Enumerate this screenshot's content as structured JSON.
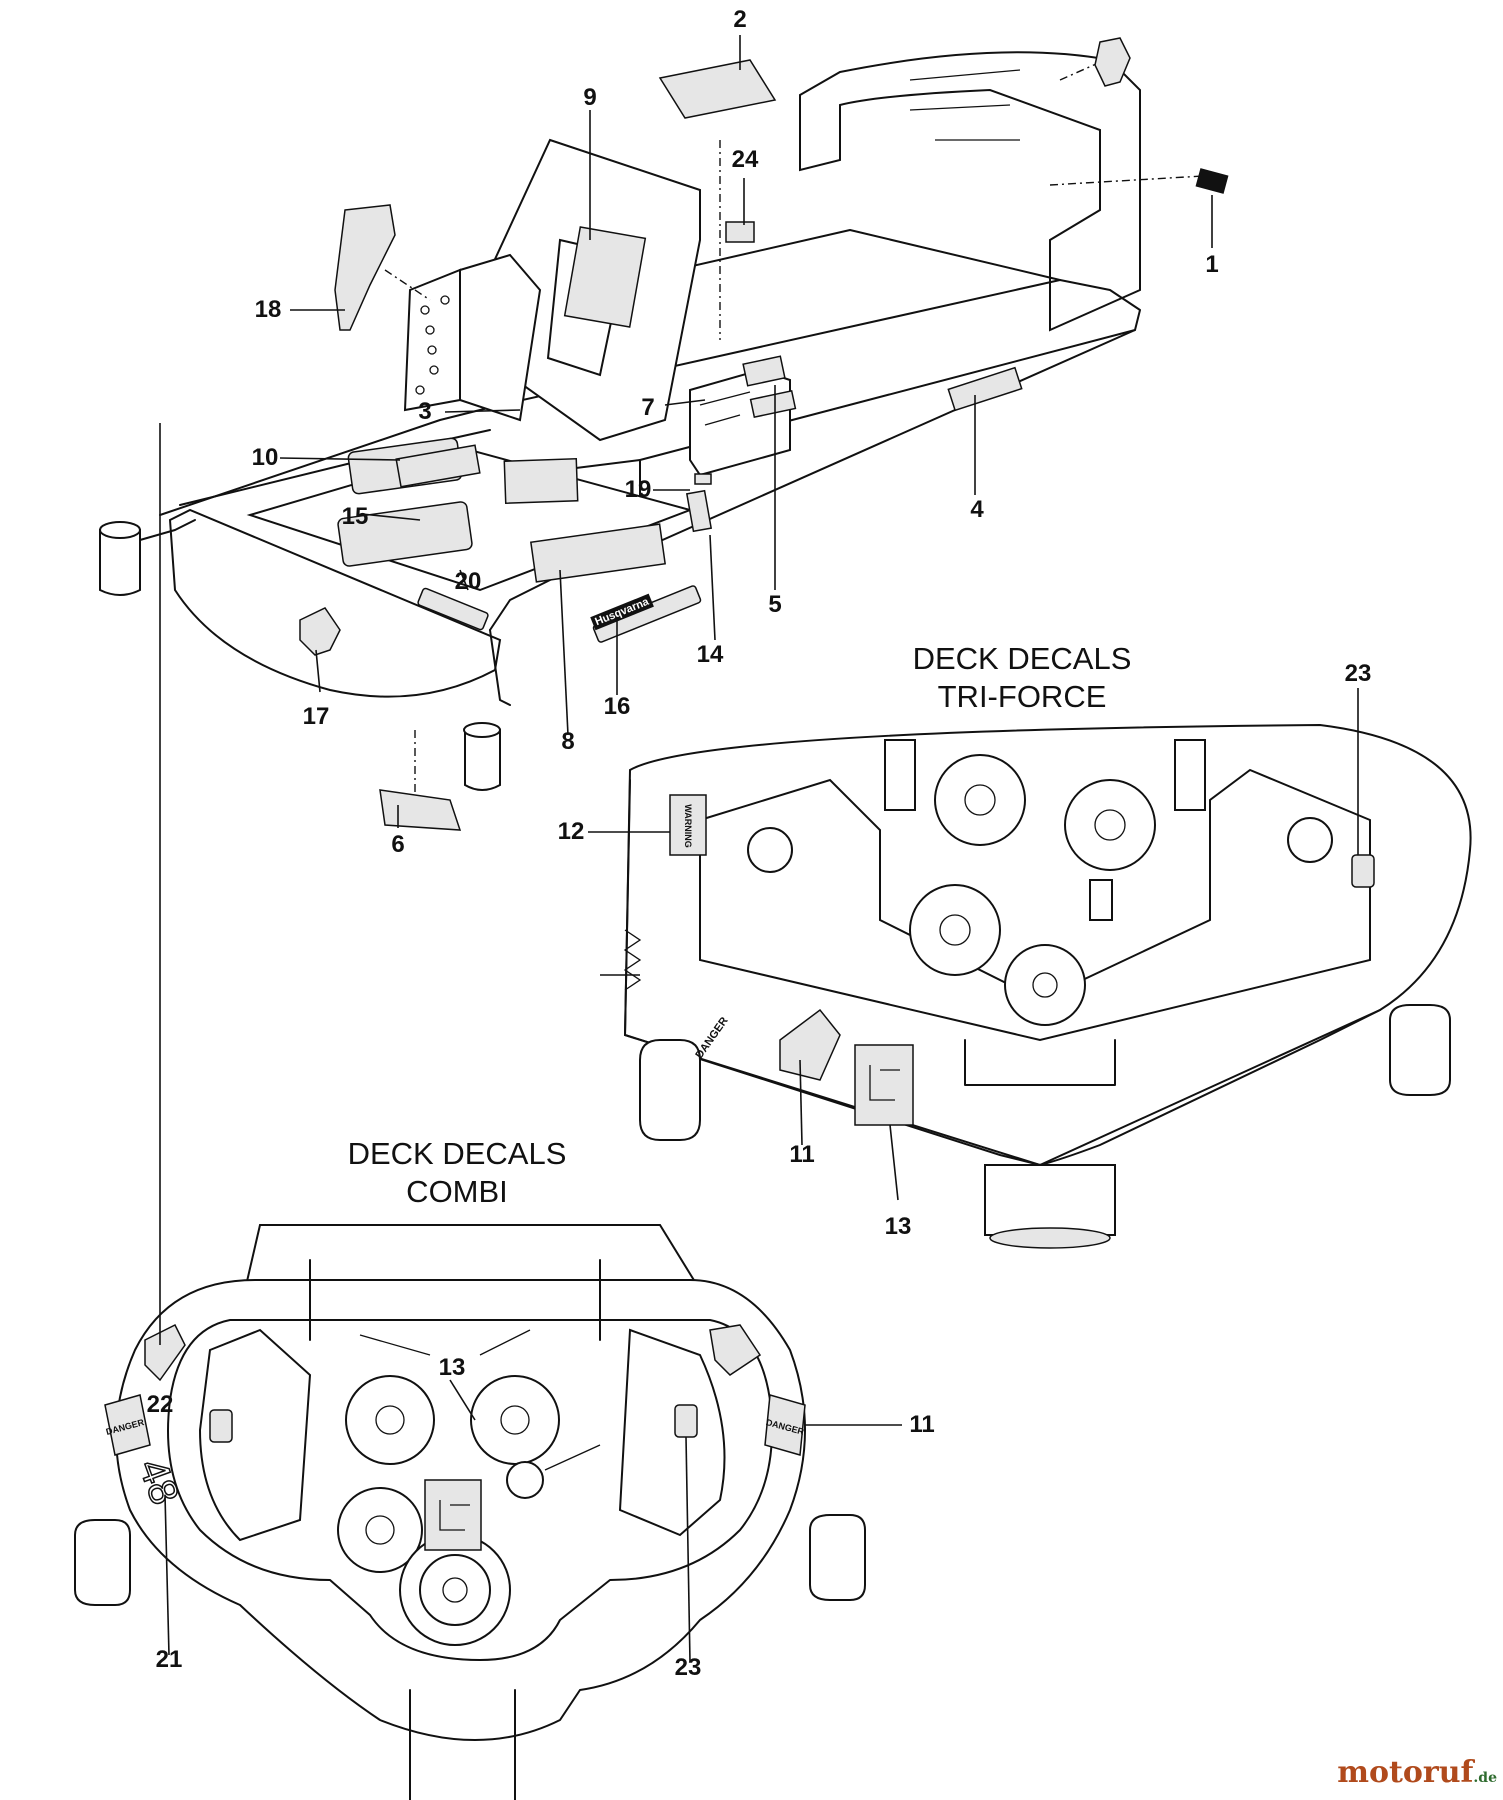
{
  "headings": {
    "tri_force": [
      "DECK DECALS",
      "TRI-FORCE"
    ],
    "combi": [
      "DECK DECALS",
      "COMBI"
    ]
  },
  "callouts": [
    "1",
    "2",
    "3",
    "4",
    "5",
    "6",
    "7",
    "8",
    "9",
    "10",
    "11",
    "11",
    "12",
    "13",
    "13",
    "14",
    "15",
    "16",
    "17",
    "18",
    "19",
    "20",
    "21",
    "22",
    "23",
    "23",
    "24"
  ],
  "decal_text": {
    "danger": "DANGER",
    "warning": "WARNING",
    "deck_size": "48",
    "brand": "Husqvarna"
  },
  "watermark": {
    "name": "motoruf",
    "tld": ".de"
  }
}
